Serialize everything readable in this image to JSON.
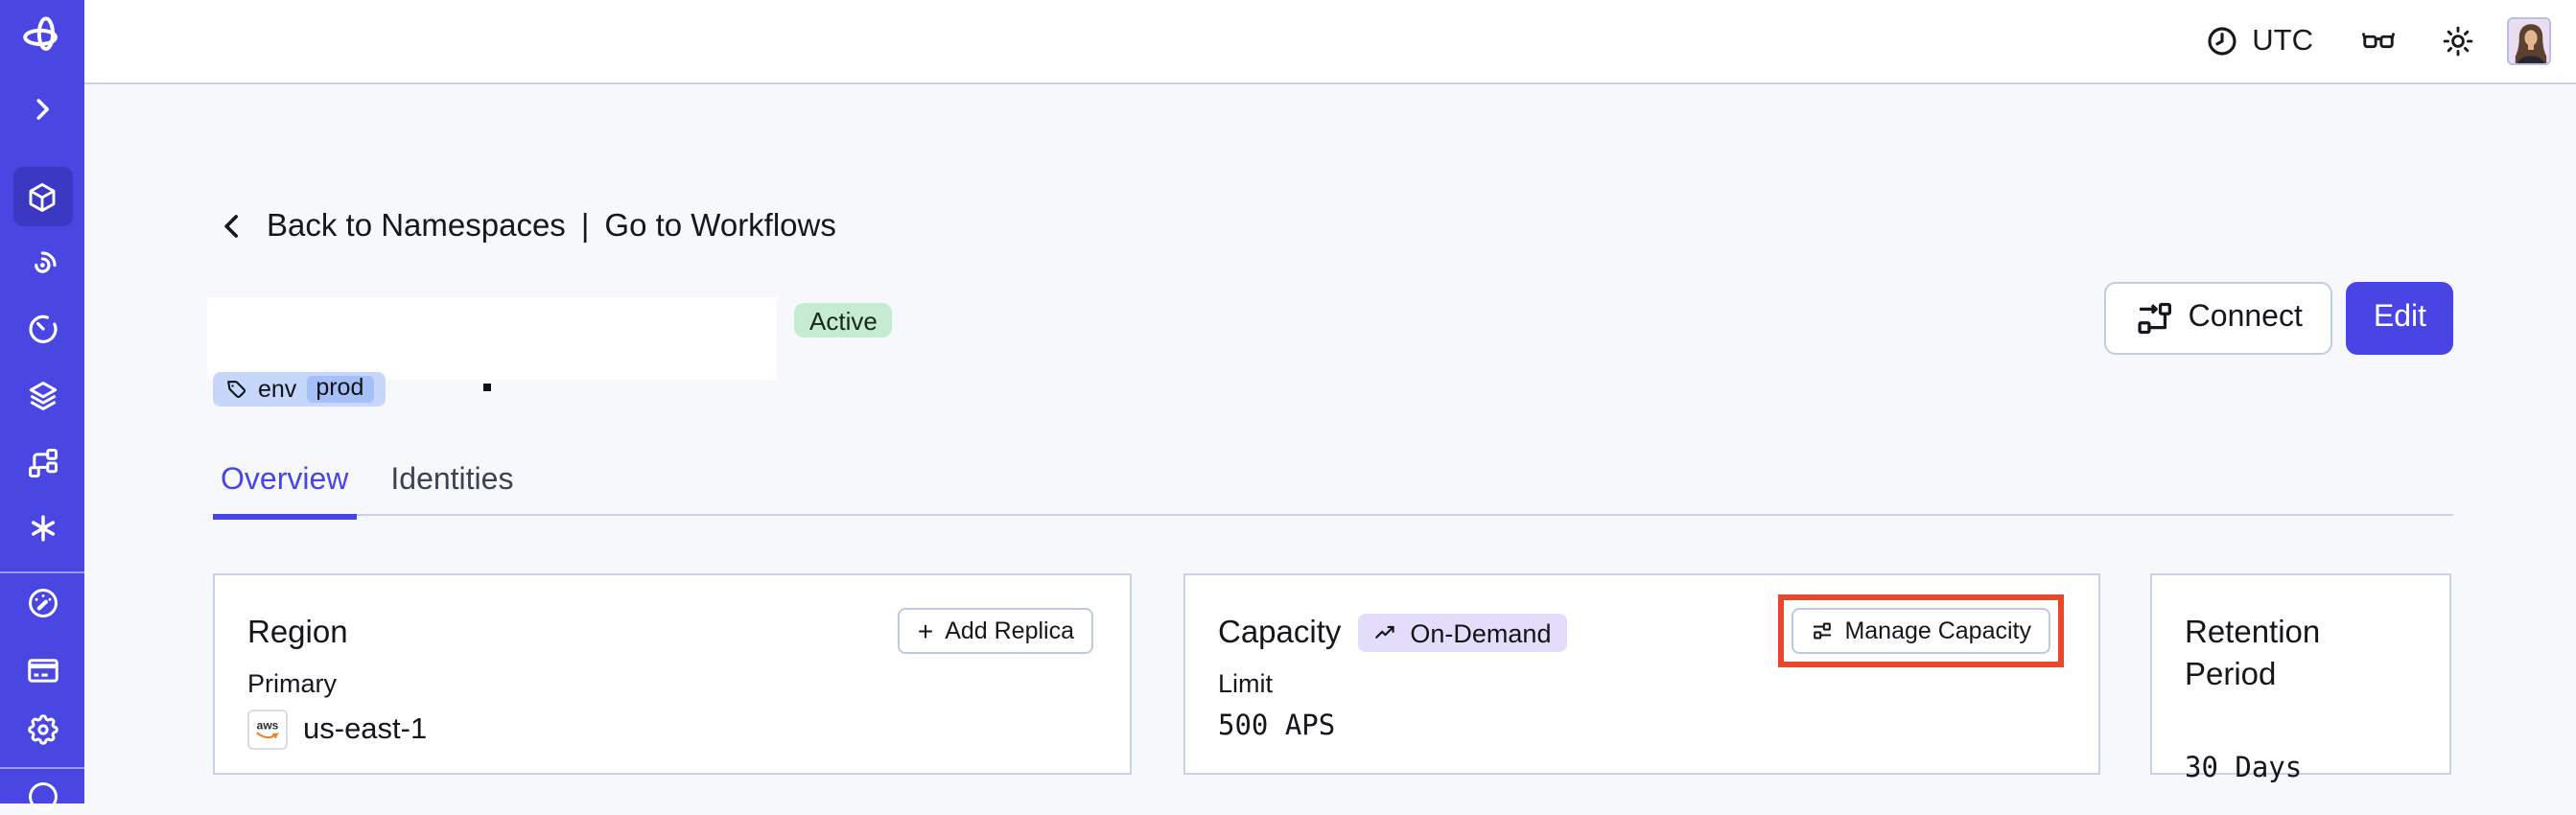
{
  "header": {
    "timezone": "UTC"
  },
  "breadcrumb": {
    "back_label": "Back to Namespaces",
    "separator": "|",
    "forward_label": "Go to Workflows"
  },
  "namespace": {
    "status_badge": "Active",
    "tag": {
      "key": "env",
      "value": "prod"
    }
  },
  "actions": {
    "connect_label": "Connect",
    "edit_label": "Edit"
  },
  "tabs": {
    "overview": "Overview",
    "identities": "Identities"
  },
  "cards": {
    "region": {
      "title": "Region",
      "plus_glyph": "+",
      "add_replica_label": "Add Replica",
      "primary_label": "Primary",
      "provider": "aws",
      "value": "us-east-1"
    },
    "capacity": {
      "title": "Capacity",
      "badge": "On-Demand",
      "limit_label": "Limit",
      "value": "500 APS",
      "manage_label": "Manage Capacity"
    },
    "retention": {
      "title": "Retention Period",
      "value": "30 Days"
    }
  },
  "sidebar": {
    "items": [
      {
        "icon": "temporal-logo-icon"
      },
      {
        "icon": "chevron-right-icon"
      },
      {
        "icon": "namespaces-cube-icon",
        "active": true
      },
      {
        "icon": "workflows-spiral-icon"
      },
      {
        "icon": "schedules-timer-icon"
      },
      {
        "icon": "deployments-stack-icon"
      },
      {
        "icon": "batch-operations-icon"
      },
      {
        "icon": "nexus-asterisk-icon"
      },
      {
        "icon": "usage-gauge-icon"
      },
      {
        "icon": "billing-card-icon"
      },
      {
        "icon": "settings-gear-icon"
      },
      {
        "icon": "bottom-partial-circle-icon"
      }
    ]
  },
  "colors": {
    "accent": "#4945E4",
    "sidebar": "#4A46E2",
    "sidebar_active_tile": "#3B38C4",
    "annotation_red": "#E8472B",
    "status_active_bg": "#C5EBD2",
    "on_demand_bg": "#E3DDFA",
    "tag_bg": "#C7D7FB",
    "tag_inner_bg": "#A5C0F6",
    "aws_orange": "#E8862C",
    "content_bg": "#F7F8FB"
  }
}
